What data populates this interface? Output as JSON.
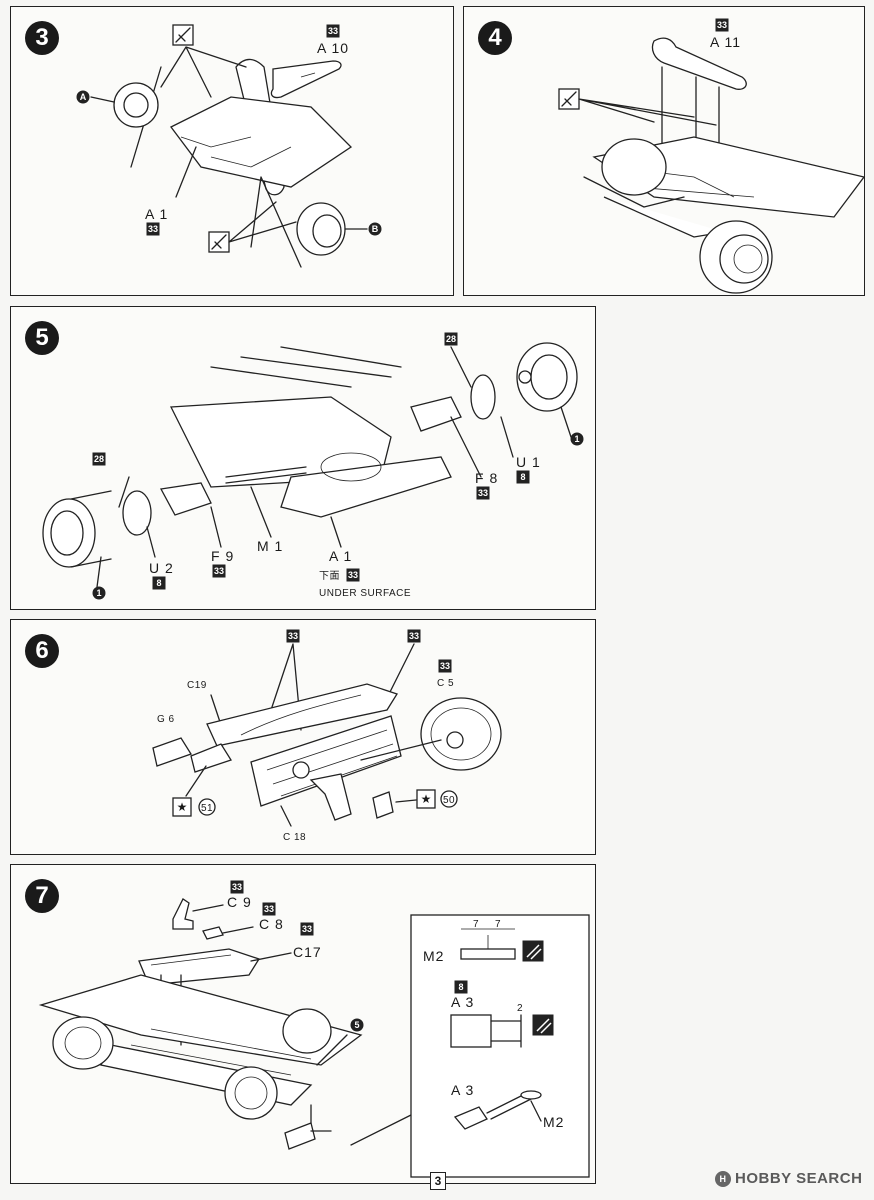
{
  "steps": [
    {
      "number": "3",
      "labels": {
        "a10": "A 10",
        "a1": "A 1",
        "codeA10": "33",
        "codeA1": "33",
        "markerA": "A",
        "markerB": "B"
      }
    },
    {
      "number": "4",
      "labels": {
        "a11": "A 11",
        "code": "33"
      }
    },
    {
      "number": "5",
      "labels": {
        "u1": "U 1",
        "u1code": "8",
        "f8": "F 8",
        "f8code": "33",
        "c28a": "28",
        "c28b": "28",
        "u2": "U 2",
        "u2code": "8",
        "f9": "F 9",
        "f9code": "33",
        "m1": "M 1",
        "a1": "A 1",
        "underJp": "下面",
        "underCode": "33",
        "underEn": "UNDER SURFACE",
        "marker": "1"
      }
    },
    {
      "number": "6",
      "labels": {
        "c19": "C19",
        "g6": "G 6",
        "c5": "C 5",
        "c5code": "33",
        "c18": "C 18",
        "codeL": "33",
        "codeR": "33",
        "decal51": "51",
        "decal50": "50"
      }
    },
    {
      "number": "7",
      "labels": {
        "c9": "C 9",
        "c8": "C 8",
        "c17": "C17",
        "code9": "33",
        "code8": "33",
        "code17": "33",
        "m2": "M2",
        "m2b": "M2",
        "a3": "A 3",
        "a3b": "A 3",
        "a3code": "8",
        "dim7a": "7",
        "dim7b": "7",
        "dim2": "2",
        "marker": "5"
      }
    }
  ],
  "footer": {
    "page": "3",
    "watermark": "HOBBY SEARCH",
    "logo": "H"
  }
}
